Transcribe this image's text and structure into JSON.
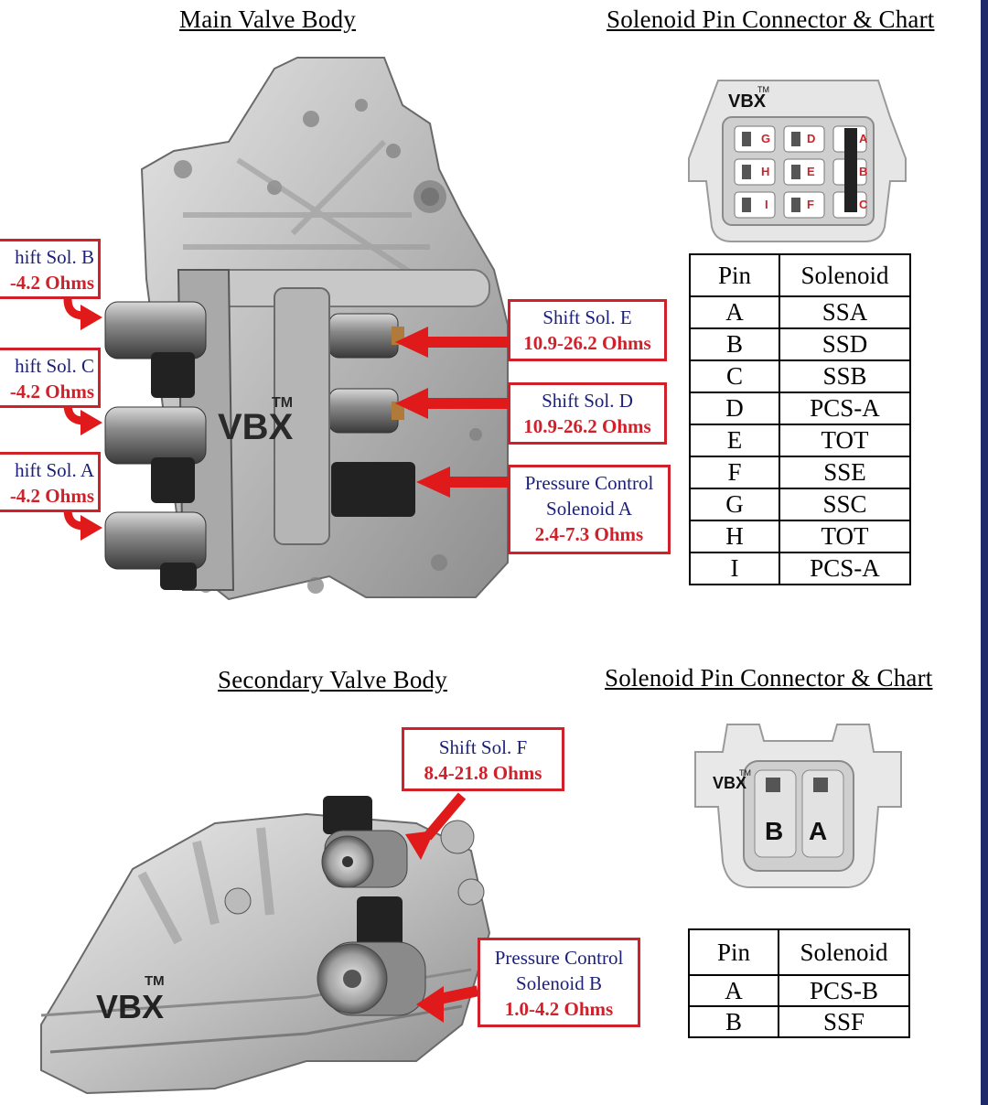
{
  "main": {
    "heading": "Main Valve Body",
    "watermark": "VBX",
    "tm": "TM",
    "left_labels": [
      {
        "name": "hift Sol. B",
        "ohms": "-4.2 Ohms"
      },
      {
        "name": "hift Sol. C",
        "ohms": "-4.2 Ohms"
      },
      {
        "name": "hift Sol. A",
        "ohms": "-4.2 Ohms"
      }
    ],
    "right_labels": [
      {
        "name": "Shift Sol. E",
        "ohms": "10.9-26.2 Ohms"
      },
      {
        "name": "Shift Sol. D",
        "ohms": "10.9-26.2 Ohms"
      },
      {
        "name1": "Pressure Control",
        "name2": "Solenoid A",
        "ohms": "2.4-7.3 Ohms"
      }
    ]
  },
  "connector1": {
    "heading": "Solenoid Pin Connector & Chart",
    "brand": "VBX",
    "tm": "TM",
    "pins": [
      "G",
      "D",
      "A",
      "H",
      "E",
      "B",
      "I",
      "F",
      "C"
    ]
  },
  "table1": {
    "headers": [
      "Pin",
      "Solenoid"
    ],
    "rows": [
      [
        "A",
        "SSA"
      ],
      [
        "B",
        "SSD"
      ],
      [
        "C",
        "SSB"
      ],
      [
        "D",
        "PCS-A"
      ],
      [
        "E",
        "TOT"
      ],
      [
        "F",
        "SSE"
      ],
      [
        "G",
        "SSC"
      ],
      [
        "H",
        "TOT"
      ],
      [
        "I",
        "PCS-A"
      ]
    ]
  },
  "secondary": {
    "heading": "Secondary Valve Body",
    "watermark": "VBX",
    "tm": "TM",
    "labels": [
      {
        "name": "Shift Sol. F",
        "ohms": "8.4-21.8 Ohms"
      },
      {
        "name1": "Pressure Control",
        "name2": "Solenoid B",
        "ohms": "1.0-4.2 Ohms"
      }
    ]
  },
  "connector2": {
    "heading": "Solenoid Pin Connector & Chart",
    "brand": "VBX",
    "tm": "TM",
    "pins": [
      "B",
      "A"
    ]
  },
  "table2": {
    "headers": [
      "Pin",
      "Solenoid"
    ],
    "rows": [
      [
        "A",
        "PCS-B"
      ],
      [
        "B",
        "SSF"
      ]
    ]
  },
  "colors": {
    "label_red": "#d0202a",
    "label_blue": "#1b1f7a",
    "arrow_red": "#e01a1a"
  }
}
